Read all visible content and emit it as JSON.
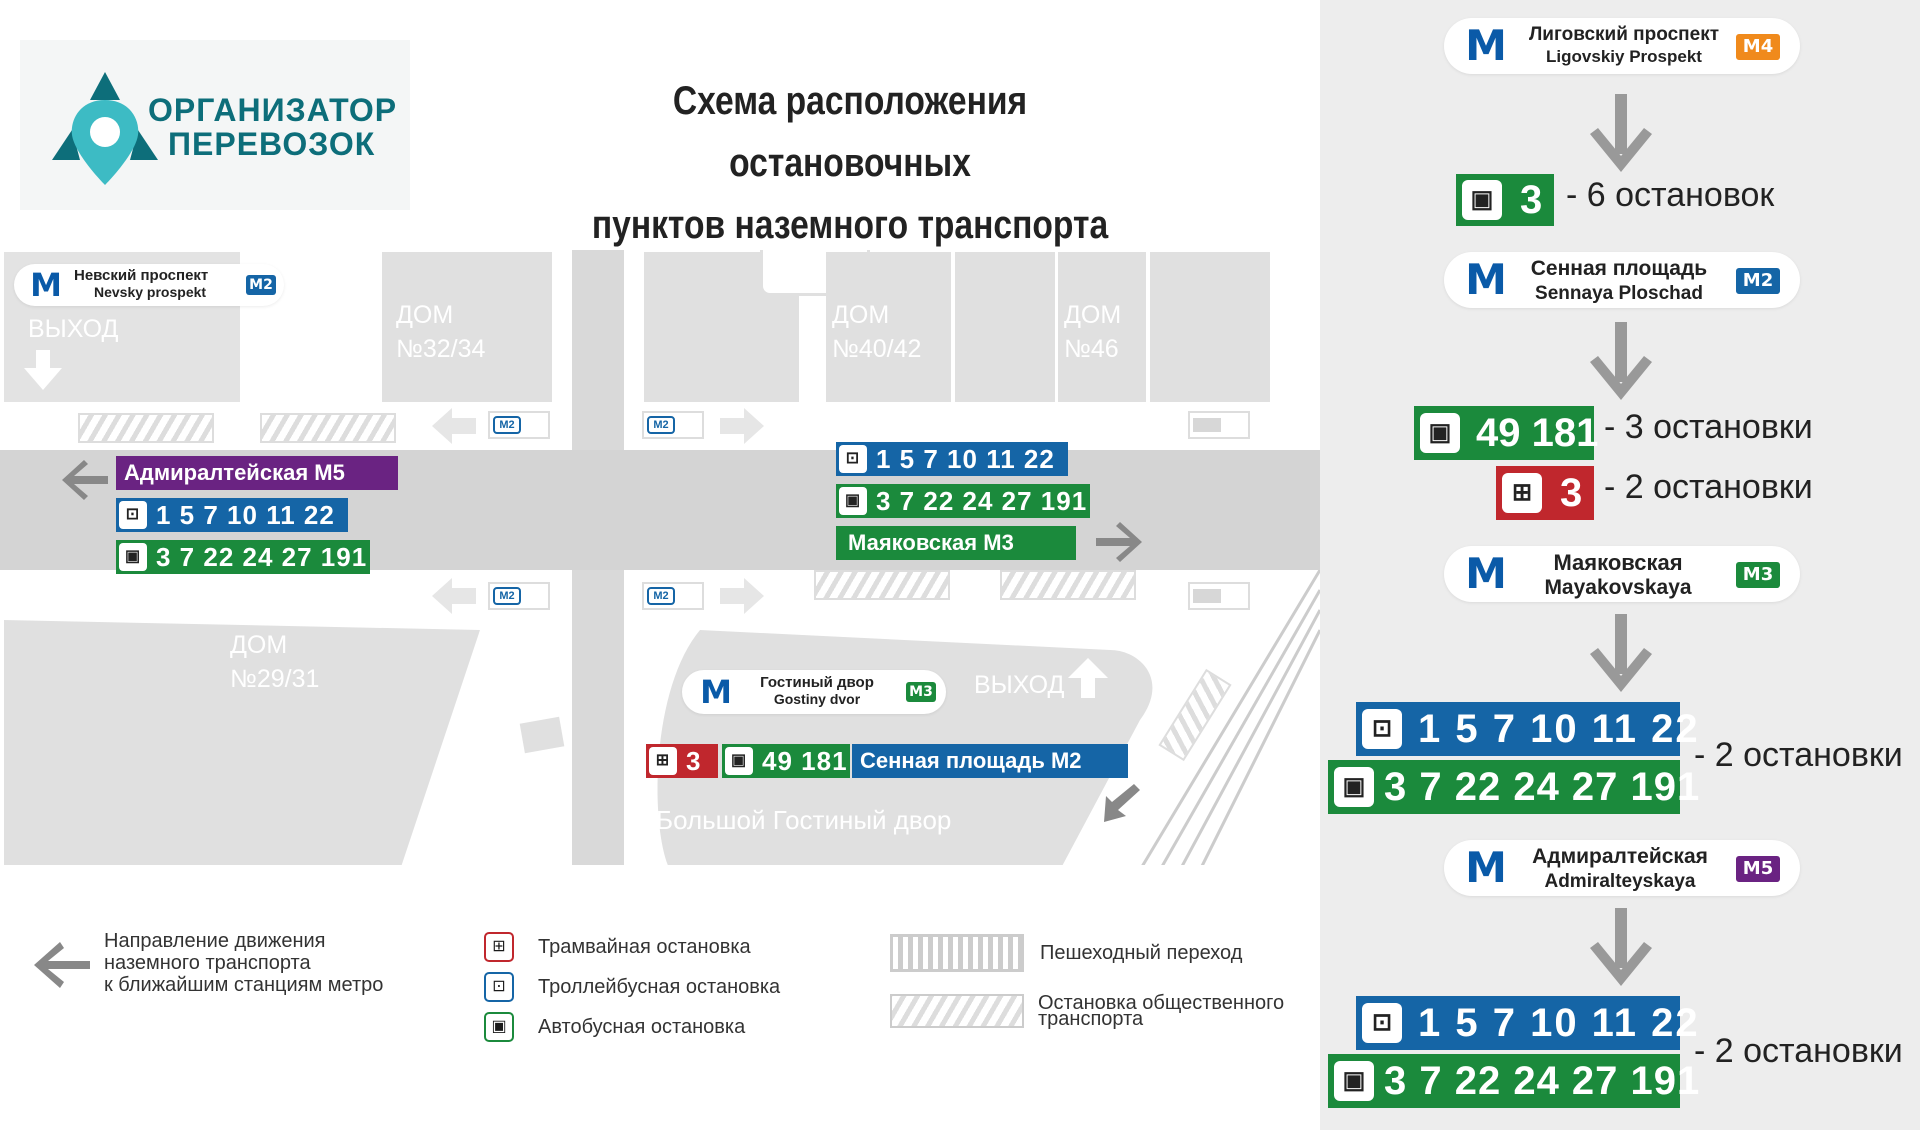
{
  "logo": {
    "line1": "ОРГАНИЗАТОР",
    "line2": "ПЕРЕВОЗОК"
  },
  "title": {
    "line1": "Схема расположения остановочных",
    "line2": "пунктов наземного транспорта"
  },
  "map": {
    "buildings": [
      {
        "line1": "ДОМ",
        "line2": "№32/34"
      },
      {
        "line1": "ДОМ",
        "line2": "№40/42"
      },
      {
        "line1": "ДОМ",
        "line2": "№46"
      },
      {
        "line1": "ДОМ",
        "line2": "№29/31"
      }
    ],
    "exit_label": "ВЫХОД",
    "exit_label2": "ВЫХОД",
    "big_gostiny": "Большой Гостиный двор",
    "metro_nevsky": {
      "ru": "Невский проспект",
      "en": "Nevsky prospekt",
      "line": "M2"
    },
    "metro_gostiny": {
      "ru": "Гостиный двор",
      "en": "Gostiny dvor",
      "line": "M3"
    },
    "small_tag": "M2",
    "stop_left": {
      "name": "Адмиралтейская",
      "name_line": "M5",
      "trolley": "1 5 7 10 11 22",
      "bus": "3 7 22 24 27 191"
    },
    "stop_right": {
      "trolley": "1 5 7 10 11 22",
      "bus": "3 7 22 24 27 191",
      "name": "Маяковская",
      "name_line": "M3"
    },
    "stop_bottom": {
      "tram": "3",
      "bus": "49 181",
      "name": "Сенная площадь",
      "name_line": "M2"
    }
  },
  "legend": {
    "direction": {
      "line1": "Направление движения",
      "line2": "наземного транспорта",
      "line3": "к ближайшим станциям метро"
    },
    "tram": "Трамвайная остановка",
    "trolley": "Троллейбусная остановка",
    "bus": "Автобусная остановка",
    "crossing": "Пешеходный переход",
    "stop_area": {
      "line1": "Остановка общественного",
      "line2": "транспорта"
    }
  },
  "side": {
    "s1": {
      "ru": "Лиговский проспект",
      "en": "Ligovskiy Prospekt",
      "line": "M4",
      "line_color": "#f08a1c"
    },
    "r1": {
      "bus": "3",
      "text": "- 6 остановок"
    },
    "s2": {
      "ru": "Сенная площадь",
      "en": "Sennaya Ploschad",
      "line": "M2",
      "line_color": "#1565a6"
    },
    "r2": {
      "bus": "49 181",
      "bus_text": "- 3 остановки",
      "tram": "3",
      "tram_text": "- 2 остановки"
    },
    "s3": {
      "ru": "Маяковская",
      "en": "Mayakovskaya",
      "line": "M3",
      "line_color": "#1b8a3c"
    },
    "r3": {
      "trolley": "1 5 7 10 11 22",
      "bus": "3 7 22 24 27 191",
      "text": "- 2 остановки"
    },
    "s4": {
      "ru": "Адмиралтейская",
      "en": "Admiralteyskaya",
      "line": "M5",
      "line_color": "#6a2382"
    },
    "r4": {
      "trolley": "1 5 7 10 11 22",
      "bus": "3 7 22 24 27 191",
      "text": "- 2 остановки"
    }
  },
  "icons": {
    "metro": "metro-m-icon",
    "bus": "bus-icon",
    "trolley": "trolleybus-icon",
    "tram": "tram-icon",
    "arrow": "arrow-icon"
  }
}
